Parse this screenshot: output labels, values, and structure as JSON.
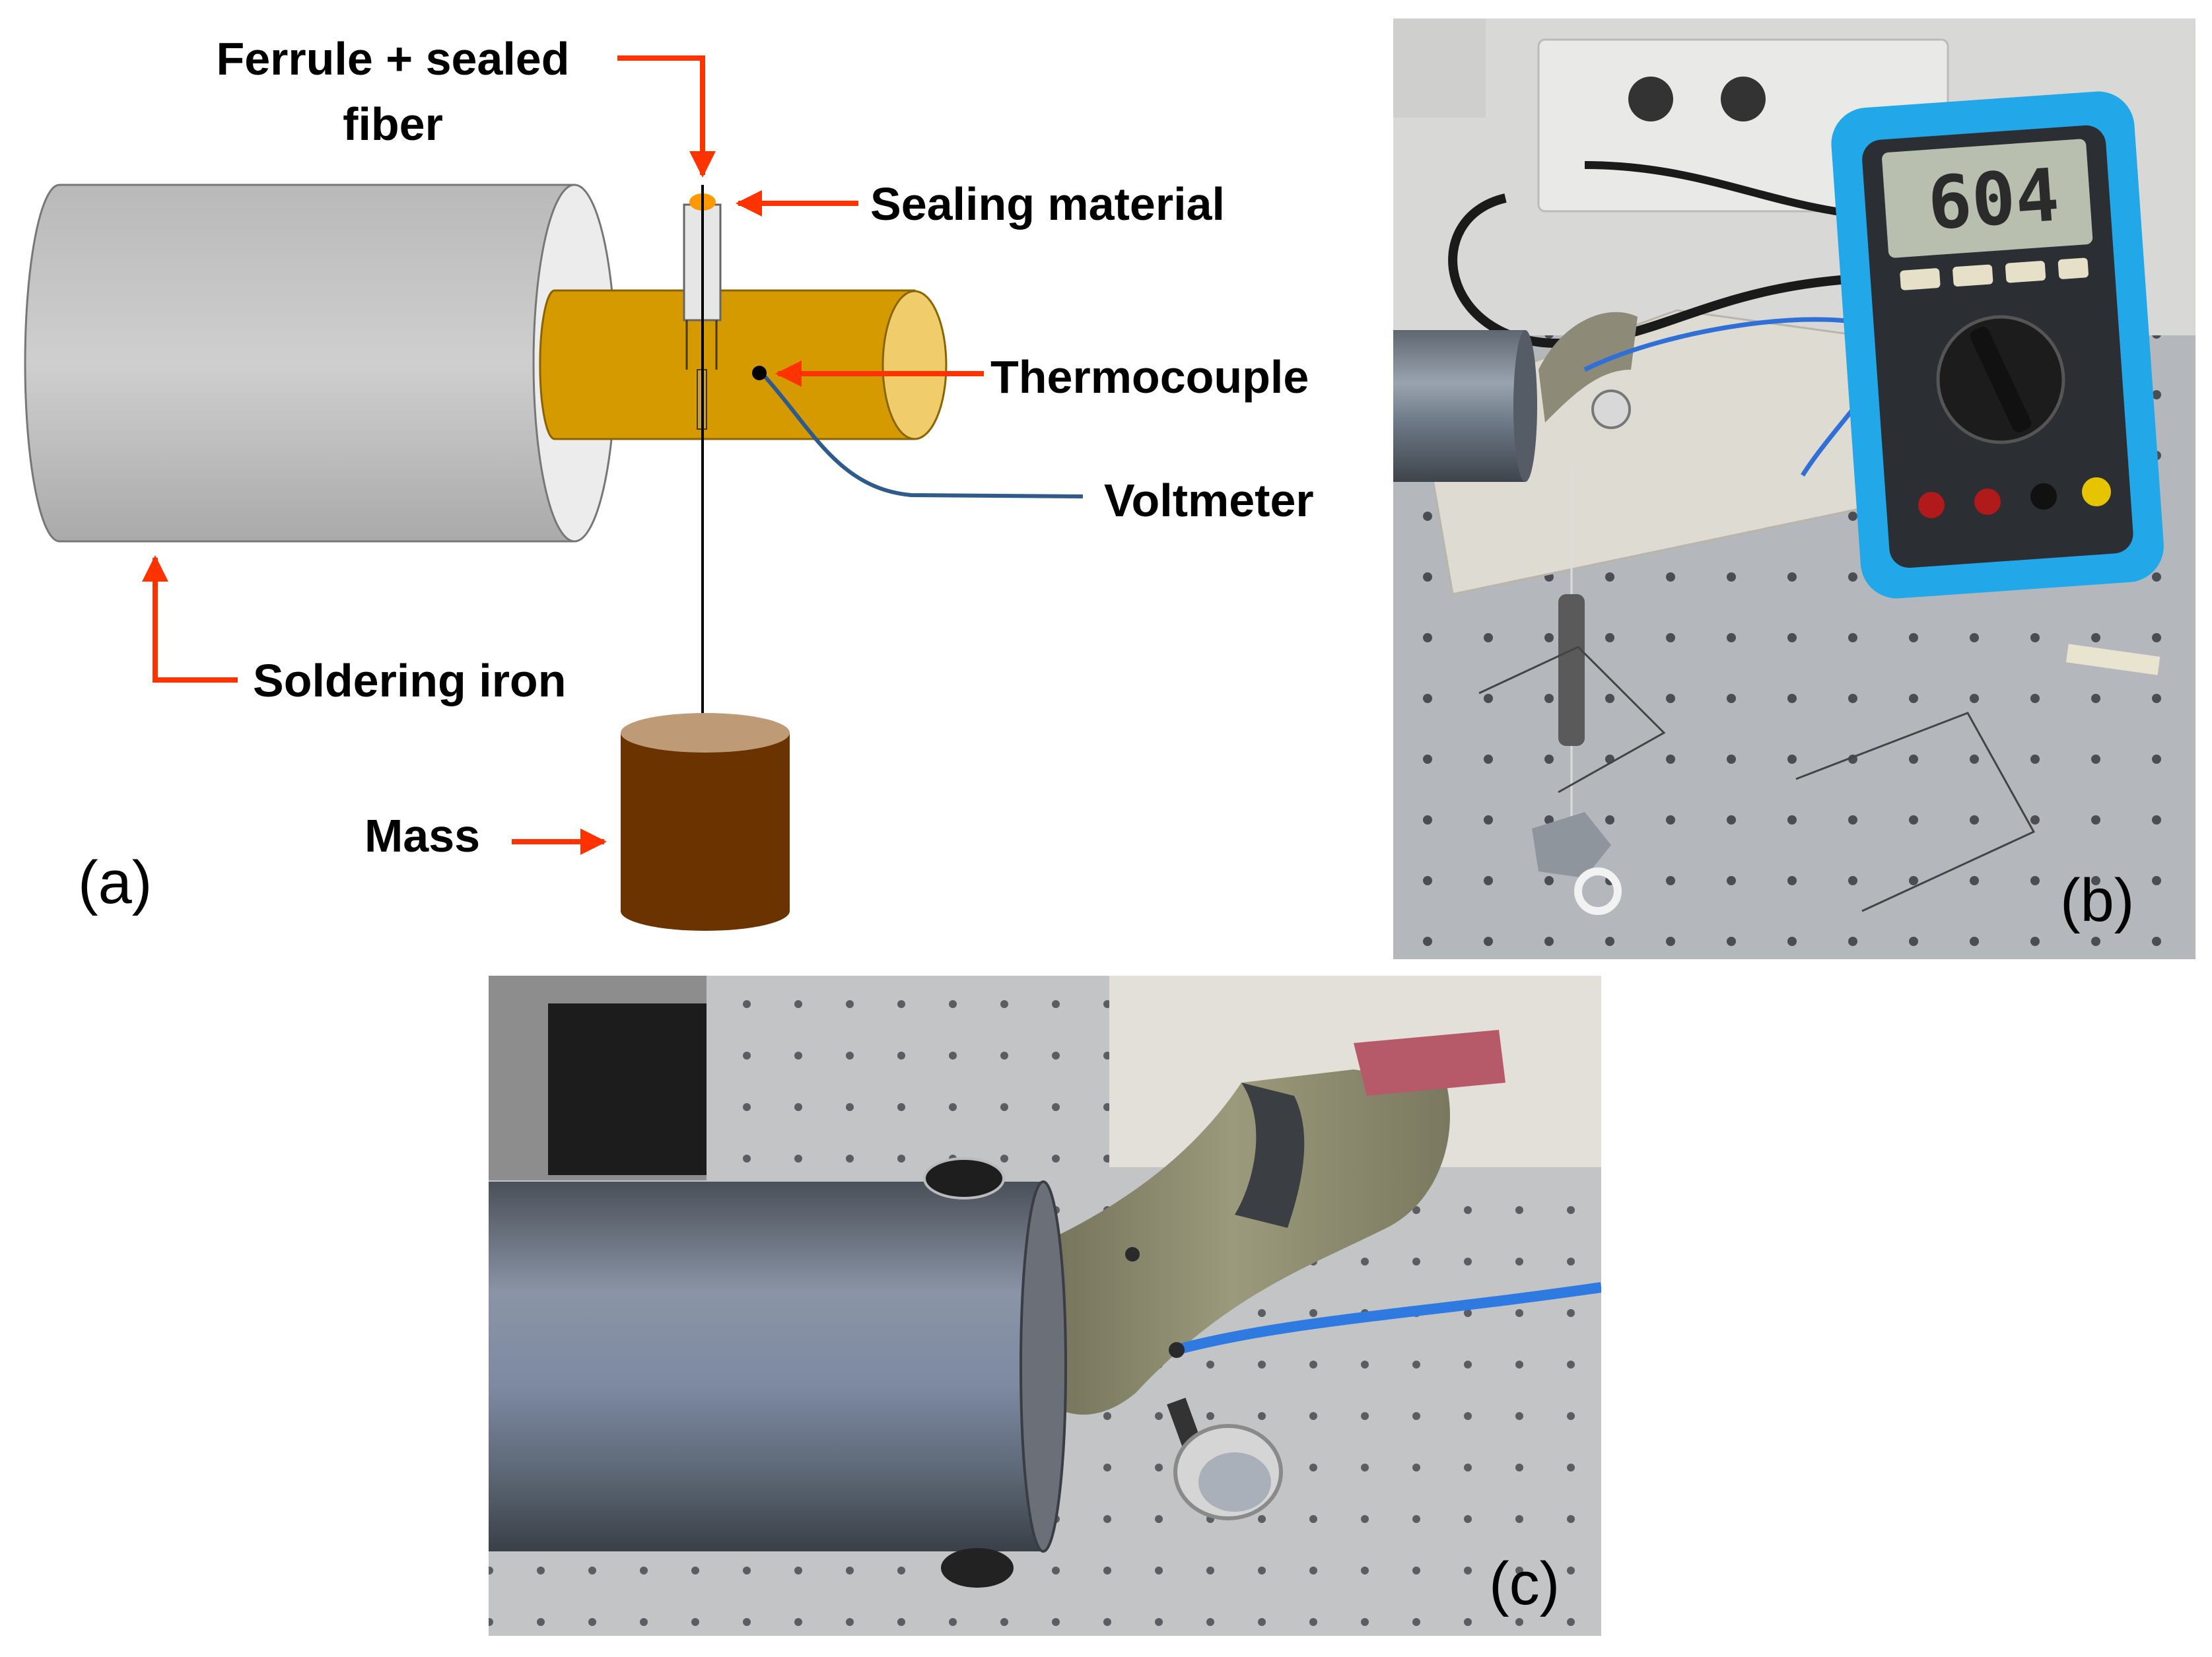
{
  "panel_a": {
    "tag": "(a)",
    "labels": {
      "ferrule_line1": "Ferrule + sealed",
      "ferrule_line2": "fiber",
      "sealing": "Sealing material",
      "thermocouple": "Thermocouple",
      "voltmeter": "Voltmeter",
      "soldering_iron": "Soldering iron",
      "mass": "Mass"
    }
  },
  "panel_b": {
    "tag": "(b)",
    "meter_display": "604"
  },
  "panel_c": {
    "tag": "(c)"
  },
  "colors": {
    "arrow": "#ff3300",
    "iron_body": "#c8c8c8",
    "heater": "#d49a00",
    "mass": "#6b3300",
    "thermo_wire": "#2e5a8c",
    "meter_body": "#22a7e8"
  }
}
